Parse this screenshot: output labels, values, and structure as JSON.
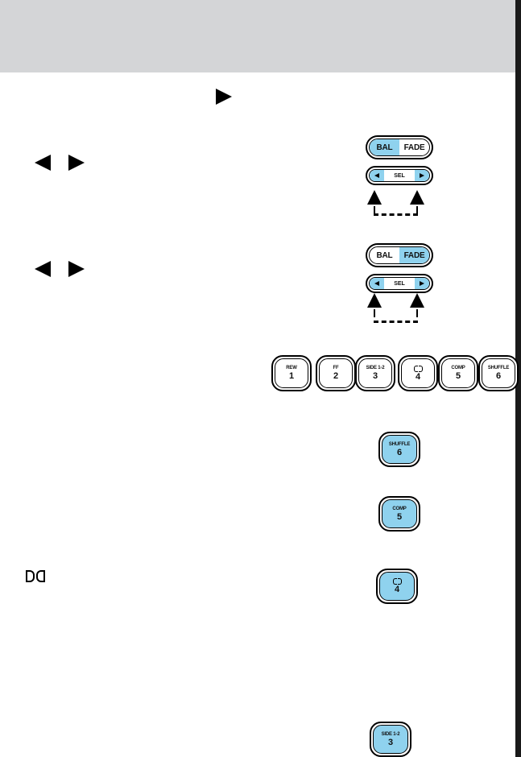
{
  "colors": {
    "header_band": "#d4d5d7",
    "highlight": "#8fd2ee",
    "side_rule": "#1a1a1a"
  },
  "balance_control": {
    "bal_label": "BAL",
    "fade_label": "FADE",
    "sel_label": "SEL",
    "highlighted": "BAL"
  },
  "fade_control": {
    "bal_label": "BAL",
    "fade_label": "FADE",
    "sel_label": "SEL",
    "highlighted": "FADE"
  },
  "preset_row": [
    {
      "top": "REW",
      "num": "1"
    },
    {
      "top": "FF",
      "num": "2"
    },
    {
      "top": "SIDE 1-2",
      "num": "3"
    },
    {
      "top": "",
      "icon": "dolby-icon",
      "num": "4"
    },
    {
      "top": "COMP",
      "num": "5"
    },
    {
      "top": "SHUFFLE",
      "num": "6"
    }
  ],
  "shuffle_button": {
    "top": "SHUFFLE",
    "num": "6"
  },
  "comp_button": {
    "top": "COMP",
    "num": "5"
  },
  "dolby_button": {
    "icon": "dolby-icon",
    "num": "4"
  },
  "side_button": {
    "top": "SIDE 1-2",
    "num": "3"
  }
}
